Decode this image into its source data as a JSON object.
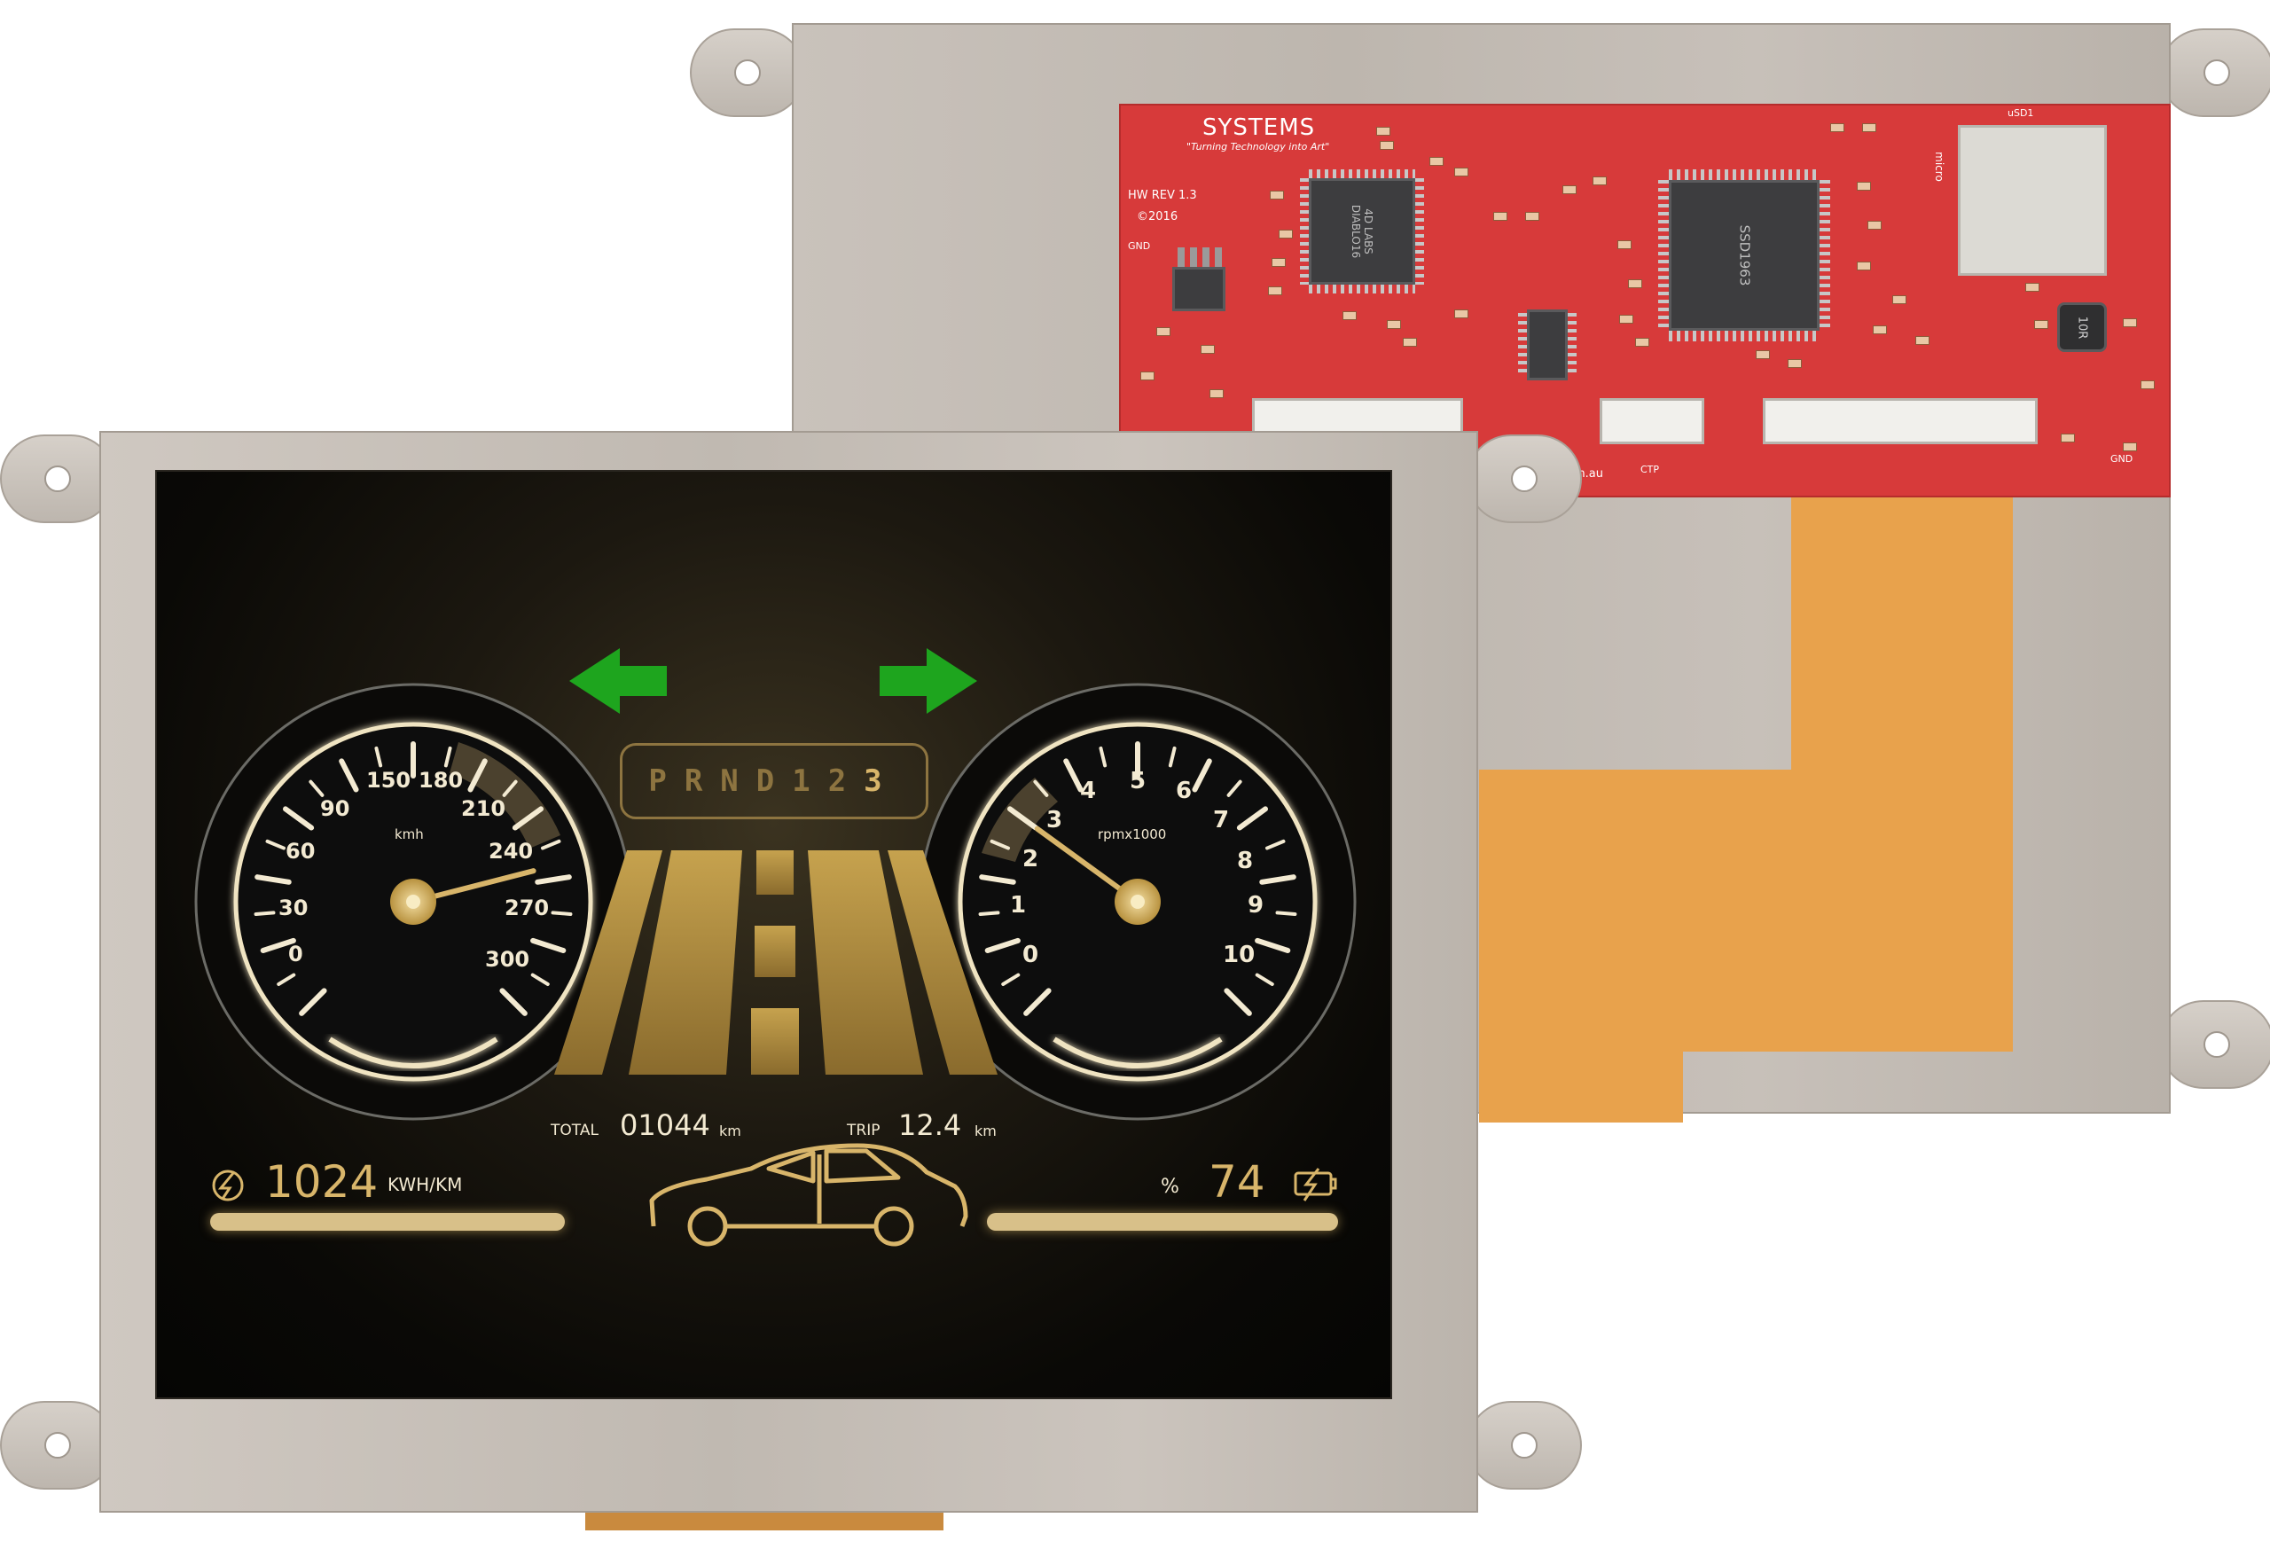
{
  "pcb": {
    "brand": "SYSTEMS",
    "tagline": "\"Turning Technology into Art\"",
    "hw_rev": "HW REV 1.3",
    "copyright": "©2016",
    "gnd_label": "GND",
    "chip_main": "SSD1963",
    "chip_graphics": "4D LABS DIABLO16",
    "inductor": "10R",
    "usd_label": "uSD1",
    "micro_label": "micro",
    "ctp_label": "CTP",
    "website": "systems.com.au"
  },
  "dashboard": {
    "speed_unit": "kmh",
    "speed_ticks": [
      "0",
      "30",
      "60",
      "90",
      "150",
      "180",
      "210",
      "240",
      "270",
      "300"
    ],
    "speed_value": 240,
    "rpm_unit": "rpmx1000",
    "rpm_ticks": [
      "0",
      "1",
      "2",
      "3",
      "4",
      "5",
      "6",
      "7",
      "8",
      "9",
      "10"
    ],
    "rpm_value": 3,
    "gear_sequence": "PRND12",
    "gear_active": "3",
    "total_label": "TOTAL",
    "total_value": "01044",
    "total_unit": "km",
    "trip_label": "TRIP",
    "trip_value": "12.4",
    "trip_unit": "km",
    "energy_value": "1024",
    "energy_unit": "KWH/KM",
    "battery_percent_label": "%",
    "battery_value": "74",
    "icons": {
      "left_arrow": "left-arrow-icon",
      "right_arrow": "right-arrow-icon",
      "energy": "lightning-icon",
      "battery": "battery-icon",
      "car": "car-icon",
      "road": "road-icon"
    },
    "colors": {
      "gold": "#d8b56a",
      "cream": "#f3ead2",
      "arrow_green": "#1ea51e"
    }
  }
}
